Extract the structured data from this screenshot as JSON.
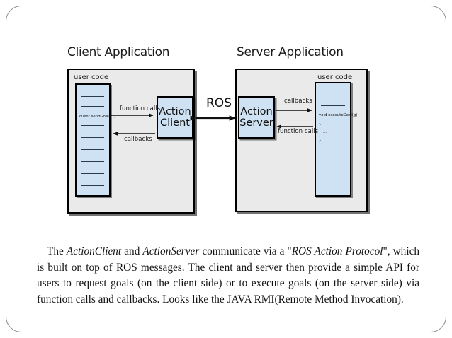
{
  "diagram": {
    "client": {
      "title": "Client Application",
      "user_code_label": "user code",
      "code_snippet": "client.sendGoal(...)",
      "node_label_line1": "Action",
      "node_label_line2": "Client",
      "arrow_forward_label": "function calls",
      "arrow_back_label": "callbacks"
    },
    "server": {
      "title": "Server Application",
      "user_code_label": "user code",
      "code_snippet_line1": "void executeGoal(g)",
      "code_snippet_line2": "{",
      "code_snippet_line3": "...",
      "code_snippet_line4": "}",
      "node_label_line1": "Action",
      "node_label_line2": "Server",
      "arrow_forward_label": "callbacks",
      "arrow_back_label": "function calls"
    },
    "middle": {
      "protocol_label": "ROS"
    },
    "colors": {
      "node_fill": "#cfe2f3",
      "app_fill": "#eaeaea",
      "border": "#000000",
      "page_border": "#8d8d8d"
    }
  },
  "body": {
    "paragraph_parts": {
      "p1": "The ",
      "em1": "ActionClient",
      "p2": " and ",
      "em2": "ActionServer",
      "p3": " communicate via a \"",
      "em3": "ROS Action Protocol",
      "p4": "\", which is built on top of ROS messages. The client and server then provide a simple API for users to request goals (on the client side) or to execute goals (on the server side) via function calls and callbacks. Looks like the JAVA RMI(Remote Method Invocation)."
    }
  }
}
